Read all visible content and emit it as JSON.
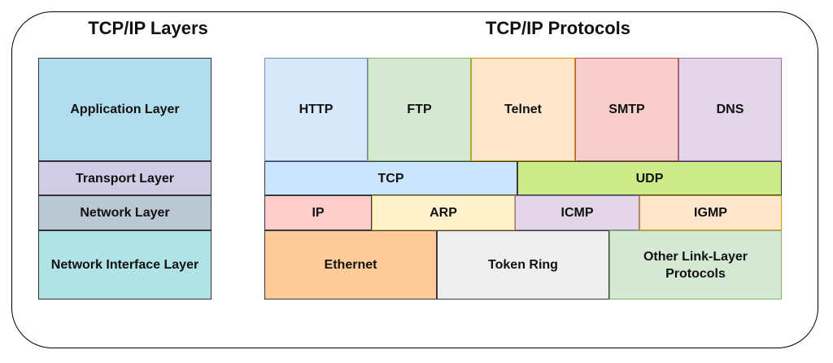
{
  "layers_title": "TCP/IP Layers",
  "protocols_title": "TCP/IP Protocols",
  "layers": [
    {
      "label": "Application Layer",
      "color": "#b1ddef"
    },
    {
      "label": "Transport Layer",
      "color": "#d0cce5"
    },
    {
      "label": "Network Layer",
      "color": "#bac8d3"
    },
    {
      "label": "Network Interface Layer",
      "color": "#b0e3e6"
    }
  ],
  "application_protocols": [
    {
      "label": "HTTP",
      "color": "#dae8fc",
      "border": "#6c8ebf"
    },
    {
      "label": "FTP",
      "color": "#d5e8d4",
      "border": "#82b366"
    },
    {
      "label": "Telnet",
      "color": "#ffe6cc",
      "border": "#d79b00"
    },
    {
      "label": "SMTP",
      "color": "#f8cecc",
      "border": "#b85450"
    },
    {
      "label": "DNS",
      "color": "#e1d5e7",
      "border": "#9673a6"
    }
  ],
  "transport_protocols": [
    {
      "label": "TCP",
      "color": "#cce5ff",
      "border": "#36393d"
    },
    {
      "label": "UDP",
      "color": "#cdeb8b",
      "border": "#36393d"
    }
  ],
  "network_protocols": [
    {
      "label": "IP",
      "color": "#ffcccc",
      "border": "#36393d"
    },
    {
      "label": "ARP",
      "color": "#fff2cc",
      "border": "#d6b656"
    },
    {
      "label": "ICMP",
      "color": "#e1d5e7",
      "border": "#9673a6"
    },
    {
      "label": "IGMP",
      "color": "#ffe6cc",
      "border": "#d79b00"
    }
  ],
  "link_protocols": [
    {
      "label": "Ethernet",
      "color": "#ffcc99",
      "border": "#36393d"
    },
    {
      "label": "Token Ring",
      "color": "#eeeeee",
      "border": "#36393d"
    },
    {
      "label": "Other Link-Layer Protocols",
      "color": "#d5e8d4",
      "border": "#82b366"
    }
  ]
}
